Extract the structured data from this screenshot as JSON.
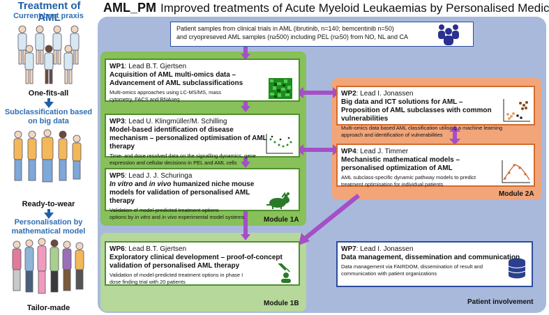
{
  "left": {
    "title": "Treatment of AML",
    "stage1_title": "Current best praxis",
    "stage1_caption": "One-fits-all",
    "stage2_title": "Subclassification based on big data",
    "stage2_caption": "Ready-to-wear",
    "stage3_title": "Personalisation by mathematical model",
    "stage3_caption": "Tailor-made"
  },
  "header": {
    "project": "AML_PM",
    "subtitle": "Improved treatments of Acute Myeloid Leukaemias by Personalised Medicine"
  },
  "patients": {
    "line1": "Patient samples from clinical trials in AML (ibrutinib, n=140; bemcentinib n=50)",
    "line2": "and cryopreseved AML samples (n≥500) including PEL (n≥50) from NO, NL and CA"
  },
  "wp1": {
    "id": "WP1",
    "lead": ": Lead B.T. Gjertsen",
    "title": "Acquisition of AML multi-omics data – Advancement of AML subclassifications",
    "desc": "Multi-omics approaches using LC-MS/MS, mass cytometry, FACS and RNAseq"
  },
  "wp2": {
    "id": "WP2",
    "lead": ": Lead I. Jonassen",
    "title": "Big data and ICT solutions for AML – Proposition of AML subclasses with common vulnerabilities",
    "desc": "Multi-omics data based AML classification utilising a machine learning approach and identification of vulnerabilities"
  },
  "wp3": {
    "id": "WP3",
    "lead": ": Lead U. Klingmüller/M. Schilling",
    "title": "Model-based identification of disease mechanism – personalized optimisation of AML therapy",
    "desc": "Time- and dose resolved data on the signalling dynamics, gene expression and cellular decisions in PEL and AML cells"
  },
  "wp4": {
    "id": "WP4",
    "lead": ": Lead J. Timmer",
    "title": "Mechanistic mathematical models – personalised optimization of AML",
    "desc": "AML subclass-specific dynamic pathway models to predict treatment optimisation for individual patients"
  },
  "wp5": {
    "id": "WP5",
    "lead": ": Lead J. J. Schuringa",
    "title_a": "In vitro",
    "title_b": " and ",
    "title_c": "in vivo",
    "title_d": " humanized niche mouse models for validation of personalised AML therapy",
    "desc_a": "Validation of model-predicted treatment options",
    "desc_b": "options by ",
    "desc_c": "in vitro",
    "desc_d": " and ",
    "desc_e": "in vivo",
    "desc_f": " experimental model systems"
  },
  "wp6": {
    "id": "WP6",
    "lead": ": Lead B.T. Gjertsen",
    "title": "Exploratory clinical development – proof-of-concept validation of personalised AML therapy",
    "desc": "Validation of model-predicted  treatment options in phase I dose finding trial with 20 patients"
  },
  "wp7": {
    "id": "WP7",
    "lead": ": Lead I. Jonassen",
    "title": "Data management, dissemination and communication",
    "desc": "Data management via FAIRDOM, dissemination of result and communication with patient organizations"
  },
  "modules": {
    "m1a": "Module 1A",
    "m1b": "Module 1B",
    "m2a": "Module 2A"
  },
  "patient_involvement": "Patient involvement",
  "colors": {
    "blue_title": "#1f5fa8",
    "module1a": "#88c05a",
    "module1b": "#b6d89a",
    "module2a": "#f1a579",
    "frame": "#a8b9dc",
    "arrow": "#a54fc7"
  }
}
